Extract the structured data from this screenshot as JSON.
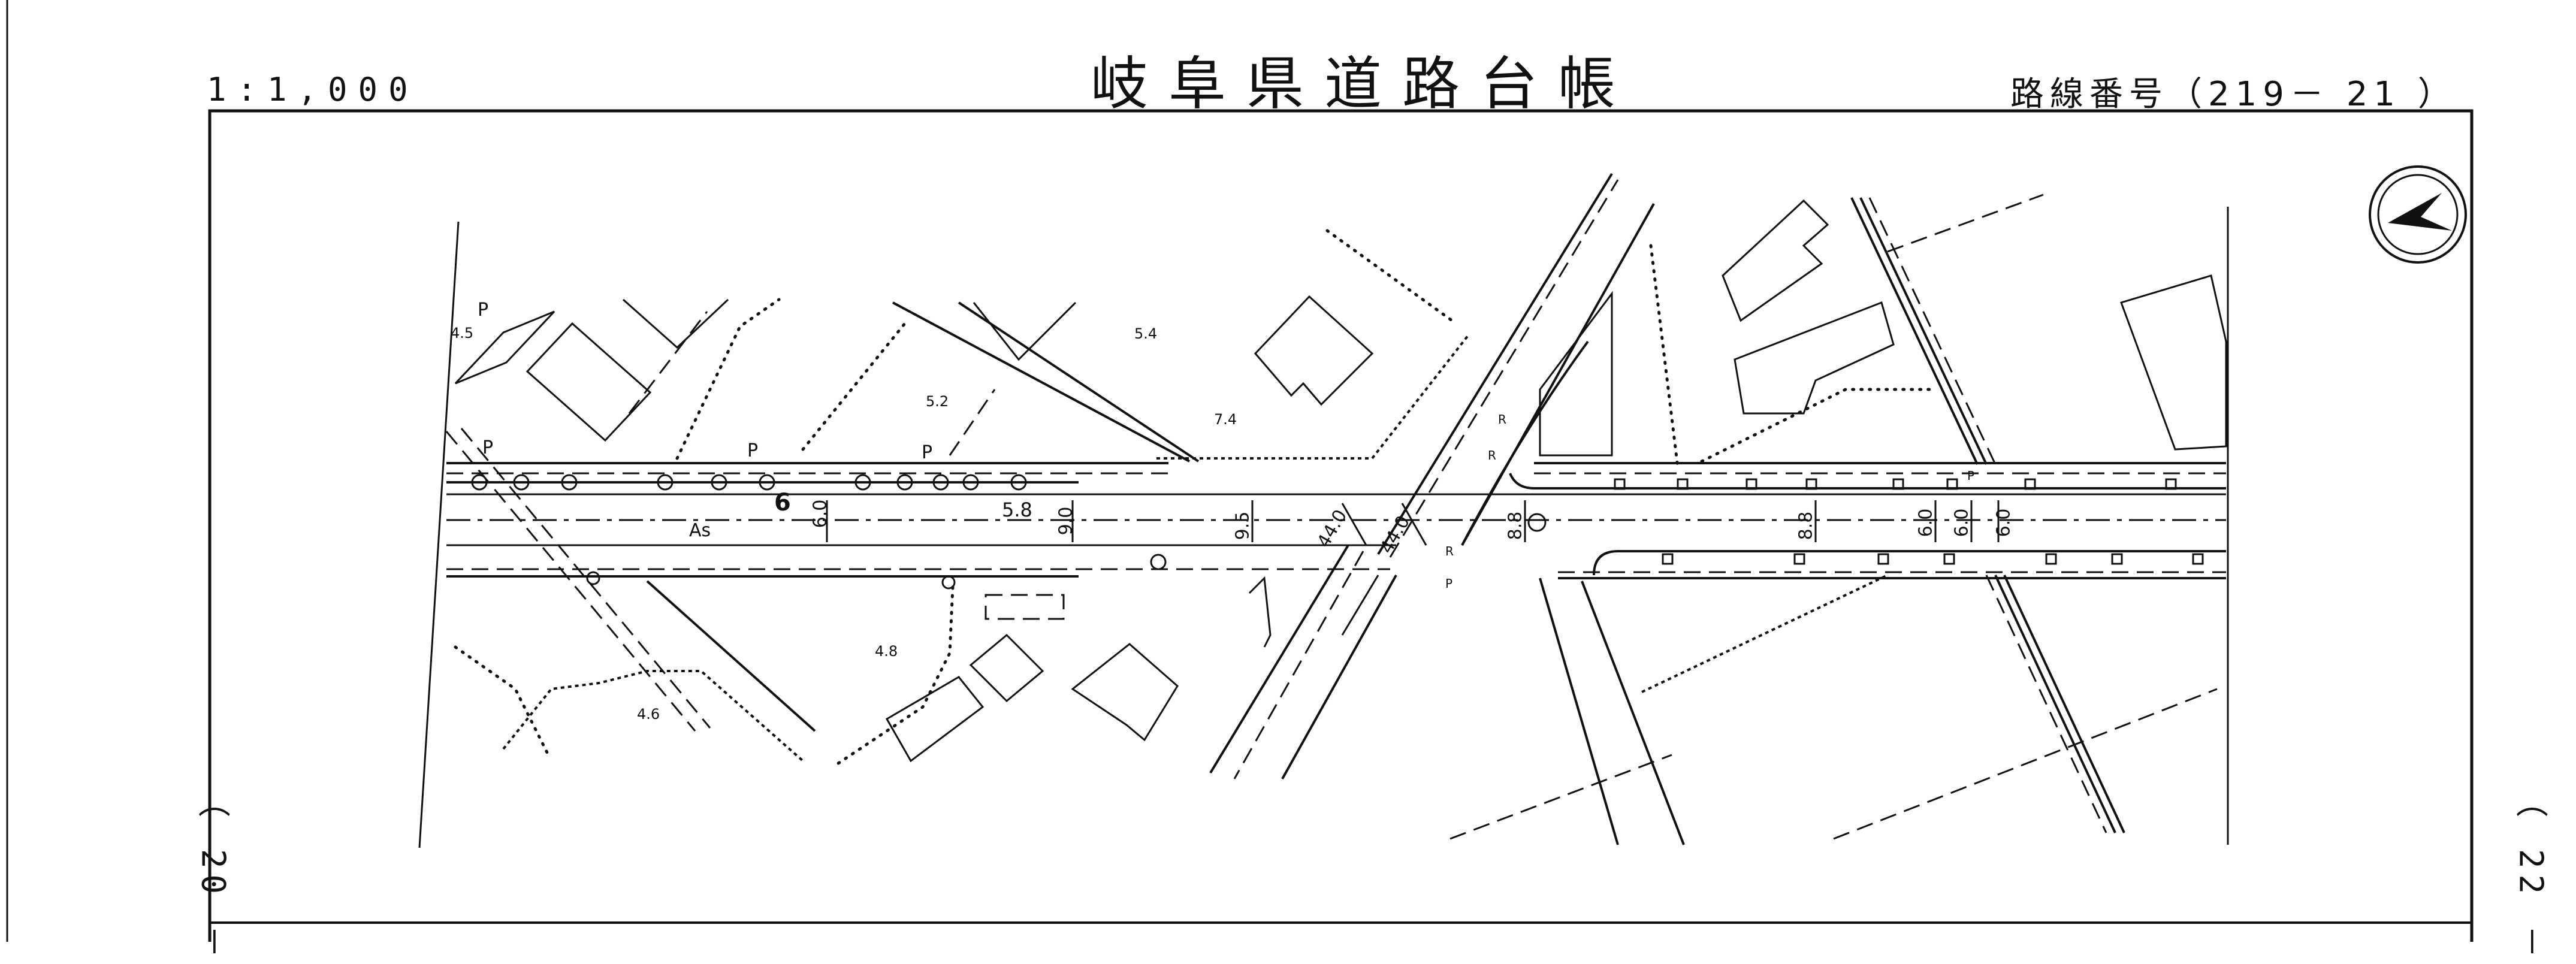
{
  "header": {
    "scale": "1:1,000",
    "title": "岐阜県道路台帳",
    "route_number": "路線番号（219－ 21 ）"
  },
  "sheet_refs": {
    "left": "（ 20 －",
    "right": "（ 22 －"
  },
  "map": {
    "compass": "north-arrow-icon",
    "road_widths": [
      "6.0",
      "9.0",
      "9.5",
      "44.0",
      "44.0",
      "8.8",
      "8.8",
      "6.0",
      "6.0",
      "6.0"
    ],
    "elevations": [
      "4.5",
      "5.2",
      "5.4",
      "7.4",
      "5.8",
      "4.8",
      "4.6"
    ],
    "surface_label": "As",
    "parking_marks": [
      "P",
      "P",
      "P",
      "P",
      "P",
      "P"
    ],
    "route_marker": "6",
    "r_marks": [
      "R",
      "R",
      "R"
    ]
  }
}
